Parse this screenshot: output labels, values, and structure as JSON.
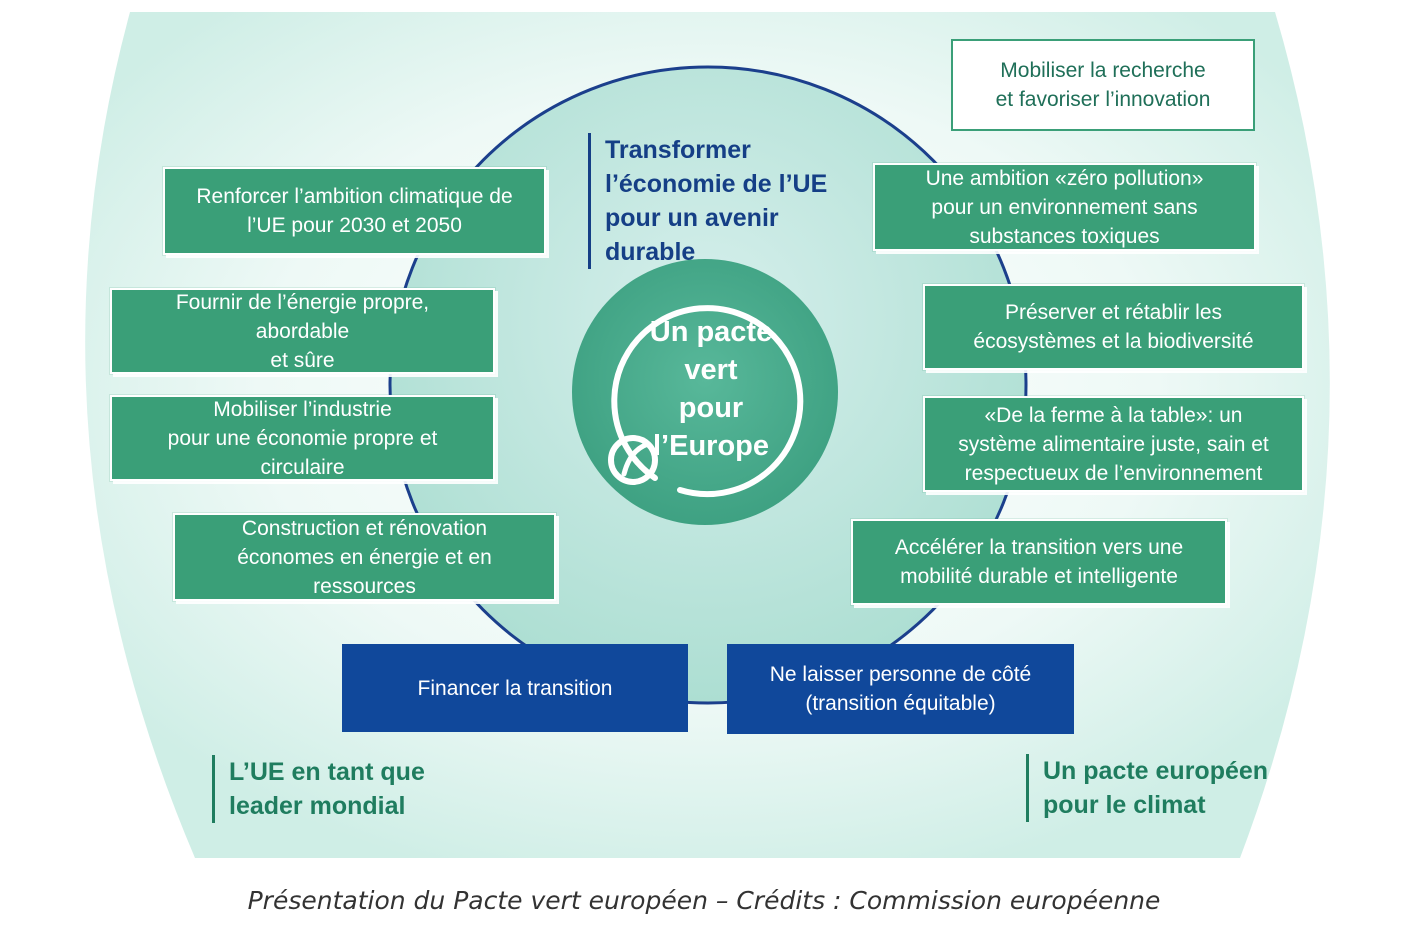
{
  "colors": {
    "green": "#3a9f78",
    "dark_blue": "#10489b",
    "heading_blue": "#153f86",
    "tag_green": "#1f7d5f",
    "background_teal": "#dff3ef"
  },
  "center": {
    "lines": [
      "Un pacte",
      "vert",
      "pour",
      "l’Europe"
    ],
    "icon": "leaf-icon"
  },
  "main_heading": {
    "lines": [
      "Transformer",
      "l’économie de l’UE",
      "pour un avenir",
      "durable"
    ]
  },
  "left_boxes": [
    {
      "lines": [
        "Renforcer l’ambition climatique de",
        "l’UE pour 2030 et 2050"
      ]
    },
    {
      "lines": [
        "Fournir de l’énergie propre,",
        "abordable",
        "et sûre"
      ]
    },
    {
      "lines": [
        "Mobiliser l’industrie",
        "pour une économie propre et",
        "circulaire"
      ]
    },
    {
      "lines": [
        "Construction et rénovation",
        "économes en énergie et en",
        "ressources"
      ]
    }
  ],
  "right_boxes": [
    {
      "lines": [
        "Une ambition «zéro pollution»",
        "pour un environnement sans",
        "substances toxiques"
      ]
    },
    {
      "lines": [
        "Préserver et rétablir les",
        "écosystèmes et la biodiversité"
      ]
    },
    {
      "lines": [
        "«De la ferme à la table»: un",
        "système alimentaire juste, sain et",
        "respectueux de l’environnement"
      ]
    },
    {
      "lines": [
        "Accélérer la transition vers une",
        "mobilité durable et intelligente"
      ]
    }
  ],
  "research_box": {
    "lines": [
      "Mobiliser la recherche",
      "et favoriser l’innovation"
    ]
  },
  "bottom_boxes": [
    {
      "lines": [
        "Financer la transition"
      ]
    },
    {
      "lines": [
        "Ne laisser personne de côté",
        "(transition équitable)"
      ]
    }
  ],
  "leader_tag": {
    "lines": [
      "L’UE en tant que",
      "leader mondial"
    ]
  },
  "climate_pact_tag": {
    "lines": [
      "Un pacte européen",
      "pour le climat"
    ]
  },
  "caption": "Présentation du Pacte vert européen – Crédits : Commission européenne"
}
